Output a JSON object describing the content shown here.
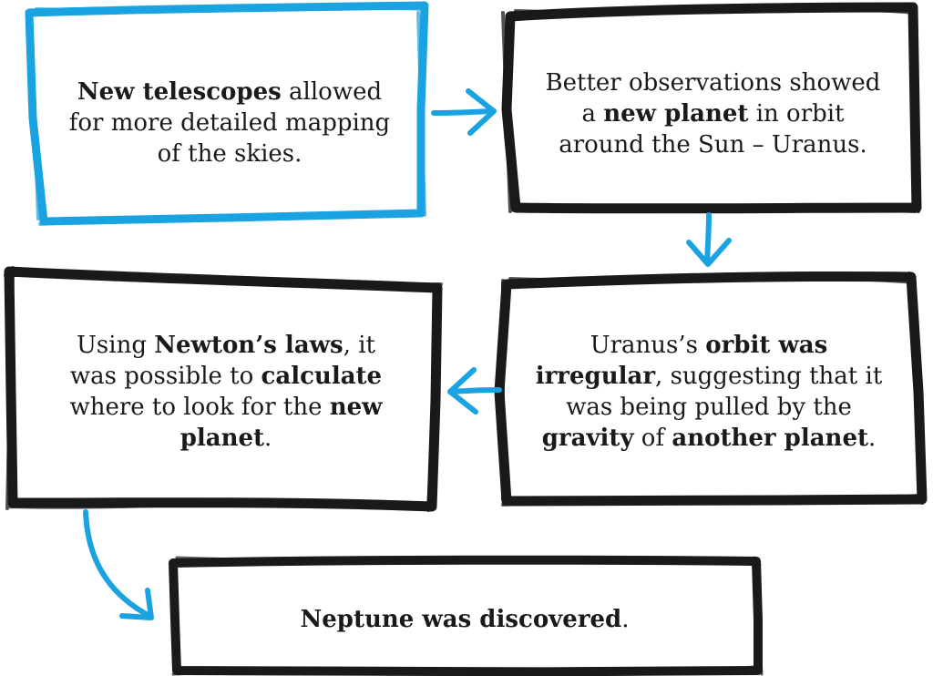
{
  "colors": {
    "accent_blue": "#1aa3e0",
    "ink_black": "#1a1a1a",
    "background": "#ffffff"
  },
  "boxes": [
    {
      "id": "box-1",
      "border_color": "#1aa3e0",
      "parts": [
        {
          "text": "New telescopes",
          "bold": true
        },
        {
          "text": " allowed for more detailed mapping of the skies.",
          "bold": false
        }
      ]
    },
    {
      "id": "box-2",
      "border_color": "#1a1a1a",
      "parts": [
        {
          "text": "Better observations showed a ",
          "bold": false
        },
        {
          "text": "new planet",
          "bold": true
        },
        {
          "text": " in orbit around the Sun – Uranus.",
          "bold": false
        }
      ]
    },
    {
      "id": "box-3",
      "border_color": "#1a1a1a",
      "parts": [
        {
          "text": "Uranus’s ",
          "bold": false
        },
        {
          "text": "orbit was irregular",
          "bold": true
        },
        {
          "text": ", suggesting that it was being pulled by the ",
          "bold": false
        },
        {
          "text": "gravity",
          "bold": true
        },
        {
          "text": " of ",
          "bold": false
        },
        {
          "text": "another planet",
          "bold": true
        },
        {
          "text": ".",
          "bold": false
        }
      ]
    },
    {
      "id": "box-4",
      "border_color": "#1a1a1a",
      "parts": [
        {
          "text": "Using ",
          "bold": false
        },
        {
          "text": "Newton’s laws",
          "bold": true
        },
        {
          "text": ", it was possible to ",
          "bold": false
        },
        {
          "text": "calculate",
          "bold": true
        },
        {
          "text": " where to look for the ",
          "bold": false
        },
        {
          "text": "new planet",
          "bold": true
        },
        {
          "text": ".",
          "bold": false
        }
      ]
    },
    {
      "id": "box-5",
      "border_color": "#1a1a1a",
      "parts": [
        {
          "text": "Neptune was discovered",
          "bold": true
        },
        {
          "text": ".",
          "bold": false
        }
      ]
    }
  ],
  "arrows": [
    {
      "from": "box-1",
      "to": "box-2",
      "direction": "right",
      "color": "#1aa3e0"
    },
    {
      "from": "box-2",
      "to": "box-3",
      "direction": "down",
      "color": "#1aa3e0"
    },
    {
      "from": "box-3",
      "to": "box-4",
      "direction": "left",
      "color": "#1aa3e0"
    },
    {
      "from": "box-4",
      "to": "box-5",
      "direction": "curve-down-right",
      "color": "#1aa3e0"
    }
  ]
}
